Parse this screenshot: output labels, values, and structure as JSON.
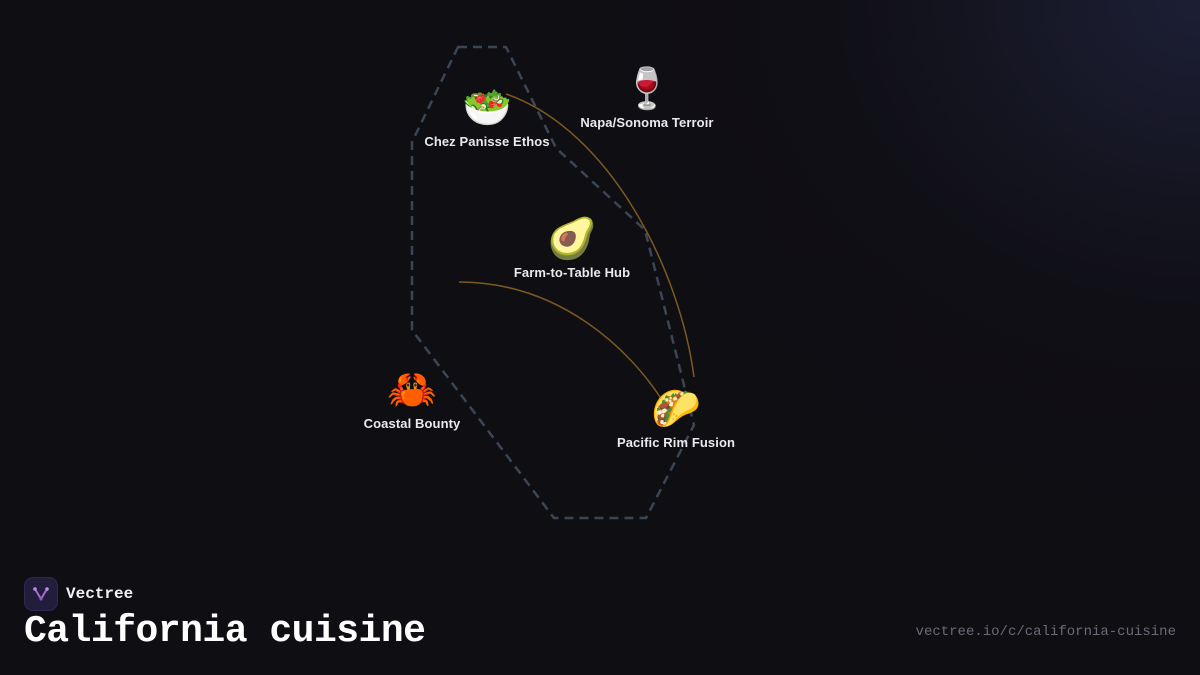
{
  "brand": {
    "name": "Vectree",
    "logo_icon": "vectree-logo-icon",
    "accent": "#a36ad8"
  },
  "page": {
    "title": "California cuisine",
    "url": "vectree.io/c/california-cuisine"
  },
  "colors": {
    "background": "#0f0e13",
    "region_border": "#3a4556",
    "connection": "#7a5a22",
    "label": "#e9e9ee"
  },
  "nodes": [
    {
      "id": "chez-panisse-ethos",
      "label": "Chez Panisse Ethos",
      "emoji": "🥗",
      "icon": "salad-icon"
    },
    {
      "id": "napa-sonoma-terroir",
      "label": "Napa/Sonoma Terroir",
      "emoji": "🍷",
      "icon": "wine-glass-icon"
    },
    {
      "id": "farm-to-table-hub",
      "label": "Farm-to-Table Hub",
      "emoji": "🥑",
      "icon": "avocado-icon"
    },
    {
      "id": "coastal-bounty",
      "label": "Coastal Bounty",
      "emoji": "🦀",
      "icon": "crab-icon"
    },
    {
      "id": "pacific-rim-fusion",
      "label": "Pacific Rim Fusion",
      "emoji": "🌮",
      "icon": "taco-icon"
    }
  ]
}
